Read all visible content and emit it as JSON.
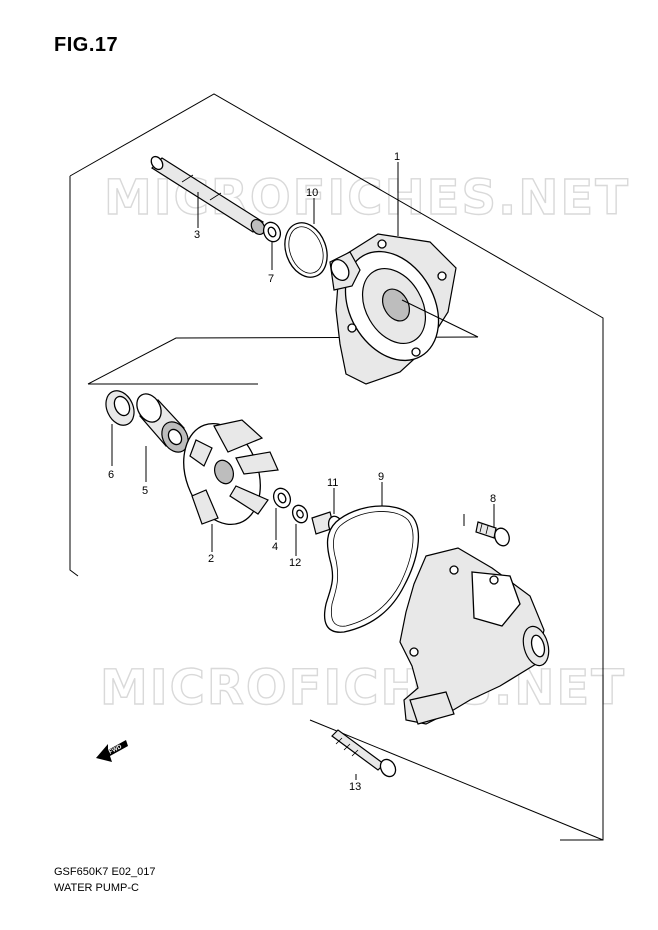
{
  "figure": {
    "title": "FIG.17",
    "footer_code": "GSF650K7 E02_017",
    "footer_name": "WATER PUMP-C"
  },
  "watermark": {
    "text": "MICROFICHES.NET"
  },
  "direction_indicator": {
    "label": "FWD"
  },
  "callouts": [
    {
      "id": "callout-1",
      "label": "1"
    },
    {
      "id": "callout-2",
      "label": "2"
    },
    {
      "id": "callout-3",
      "label": "3"
    },
    {
      "id": "callout-4",
      "label": "4"
    },
    {
      "id": "callout-5",
      "label": "5"
    },
    {
      "id": "callout-6",
      "label": "6"
    },
    {
      "id": "callout-7",
      "label": "7"
    },
    {
      "id": "callout-8",
      "label": "8"
    },
    {
      "id": "callout-9",
      "label": "9"
    },
    {
      "id": "callout-10",
      "label": "10"
    },
    {
      "id": "callout-11",
      "label": "11"
    },
    {
      "id": "callout-12",
      "label": "12"
    },
    {
      "id": "callout-13",
      "label": "13"
    }
  ]
}
